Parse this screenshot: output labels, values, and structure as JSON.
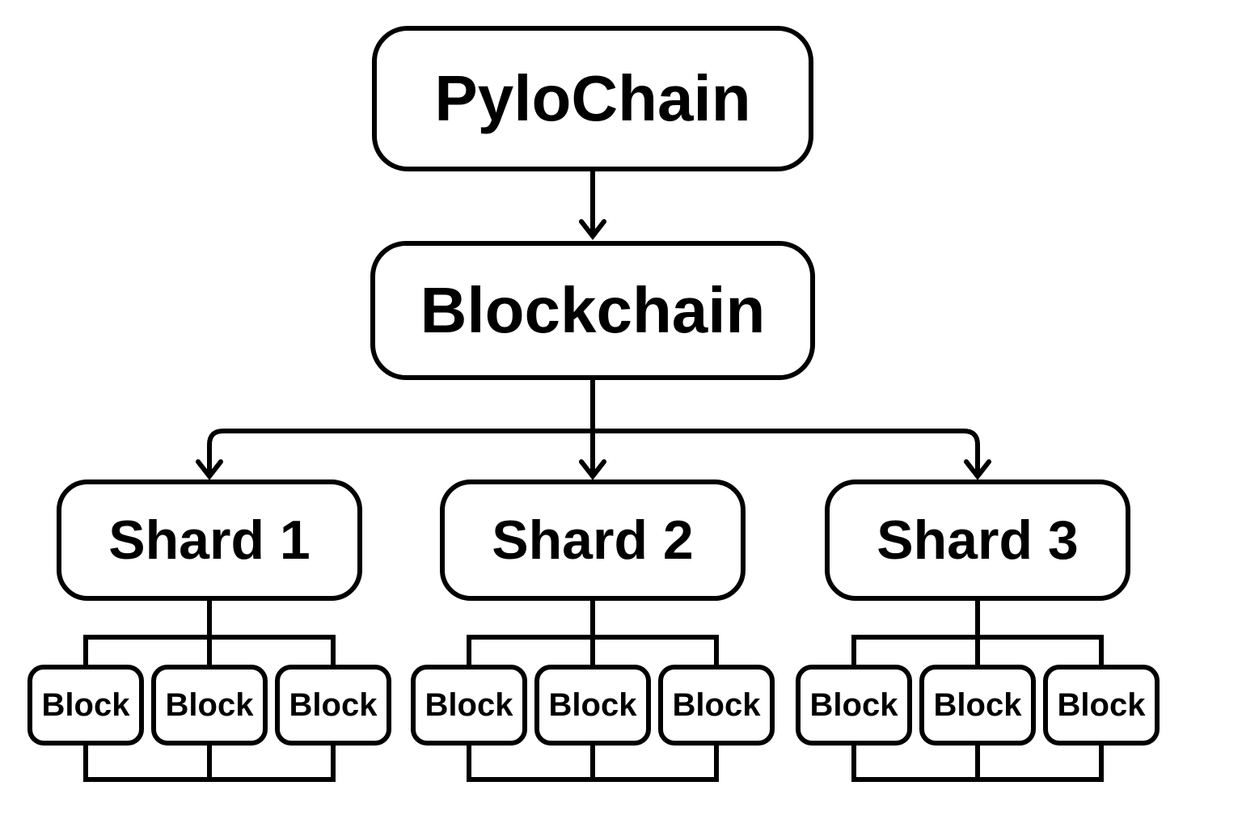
{
  "diagram": {
    "root_node": {
      "label": "PyloChain"
    },
    "blockchain_node": {
      "label": "Blockchain"
    },
    "shards": [
      {
        "label": "Shard 1",
        "blocks": [
          "Block",
          "Block",
          "Block"
        ]
      },
      {
        "label": "Shard 2",
        "blocks": [
          "Block",
          "Block",
          "Block"
        ]
      },
      {
        "label": "Shard 3",
        "blocks": [
          "Block",
          "Block",
          "Block"
        ]
      }
    ],
    "colors": {
      "stroke": "#000000",
      "node_fill": "#ffffff",
      "background": "#ffffff"
    }
  }
}
